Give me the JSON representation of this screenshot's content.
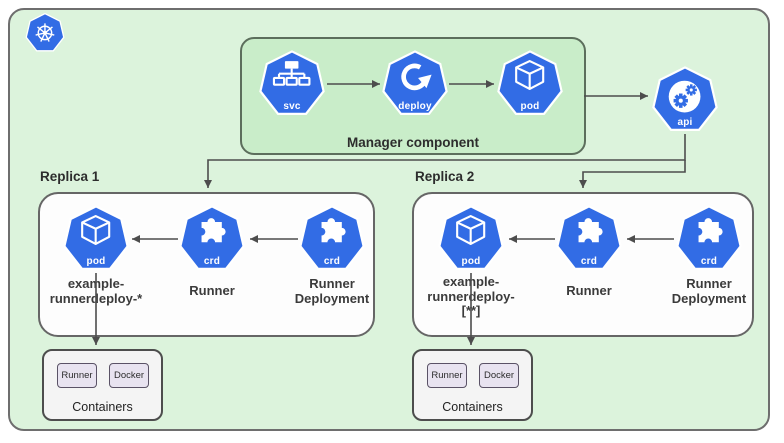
{
  "root": {
    "cluster_icon": "kubernetes-helm",
    "manager": {
      "label": "Manager component",
      "svc_badge": "svc",
      "deploy_badge": "deploy",
      "pod_badge": "pod"
    },
    "api_badge": "api",
    "replica1": {
      "label": "Replica 1",
      "pod_badge": "pod",
      "pod_caption": [
        "example-",
        "runnerdeploy-*"
      ],
      "runner_badge": "crd",
      "runner_caption": "Runner",
      "runner_deployment_badge": "crd",
      "runner_deployment_caption": [
        "Runner",
        "Deployment"
      ],
      "containers": {
        "label": "Containers",
        "chips": [
          "Runner",
          "Docker"
        ]
      }
    },
    "replica2": {
      "label": "Replica 2",
      "pod_badge": "pod",
      "pod_caption": [
        "example-",
        "runnerdeploy-",
        "[**]"
      ],
      "runner_badge": "crd",
      "runner_caption": "Runner",
      "runner_deployment_badge": "crd",
      "runner_deployment_caption": [
        "Runner",
        "Deployment"
      ],
      "containers": {
        "label": "Containers",
        "chips": [
          "Runner",
          "Docker"
        ]
      }
    },
    "colors": {
      "kubernetes_blue": "#326ce5",
      "outer_fill": "#dcf3dc",
      "manager_fill": "#c9edc9",
      "chip_fill": "#e8e3f0",
      "wire": "#4d4d4d"
    }
  }
}
